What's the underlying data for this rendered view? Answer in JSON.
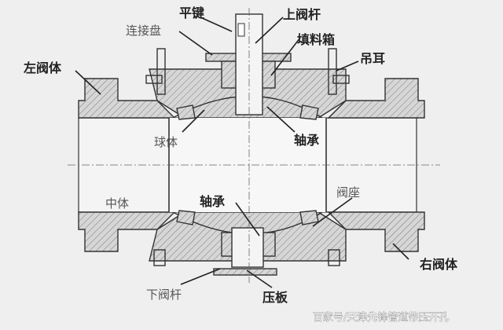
{
  "labels": {
    "flat_key": "平键",
    "upper_stem": "上阀杆",
    "connecting_plate": "连接盘",
    "packing_box": "填料箱",
    "left_body": "左阀体",
    "lifting_lug": "吊耳",
    "ball": "球体",
    "bearing_upper": "轴承",
    "middle_body": "中体",
    "bearing_lower": "轴承",
    "valve_seat": "阀座",
    "right_body": "右阀体",
    "lower_stem": "下阀杆",
    "pressure_plate": "压板"
  },
  "watermark": "百家号/天津先锋管道带压开孔"
}
